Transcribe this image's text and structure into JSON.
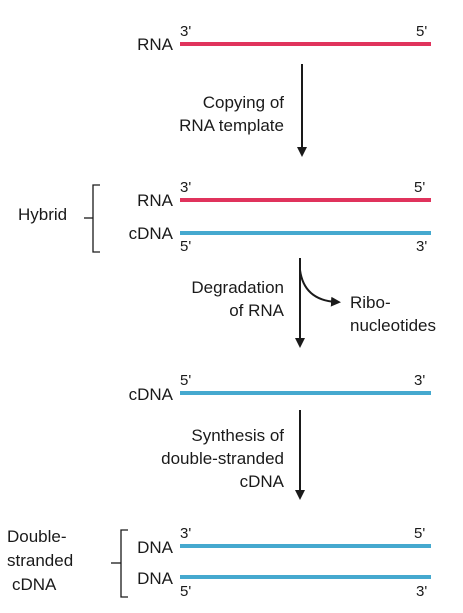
{
  "colors": {
    "rna": "#e0335c",
    "dna": "#45a9cf",
    "text": "#1a1a1a",
    "arrow": "#1a1a1a"
  },
  "step1": {
    "strand_label": "RNA",
    "left_end": "3'",
    "right_end": "5'"
  },
  "step1_arrow": {
    "line1": "Copying of",
    "line2": "RNA template"
  },
  "hybrid": {
    "group_label": "Hybrid",
    "rna_label": "RNA",
    "rna_left": "3'",
    "rna_right": "5'",
    "cdna_label": "cDNA",
    "cdna_left": "5'",
    "cdna_right": "3'"
  },
  "step2_arrow": {
    "line1": "Degradation",
    "line2": "of RNA",
    "product_line1": "Ribo-",
    "product_line2": "nucleotides"
  },
  "step3": {
    "strand_label": "cDNA",
    "left_end": "5'",
    "right_end": "3'"
  },
  "step3_arrow": {
    "line1": "Synthesis of",
    "line2": "double-stranded",
    "line3": "cDNA"
  },
  "double": {
    "group_line1": "Double-",
    "group_line2": "stranded",
    "group_line3": "cDNA",
    "top_label": "DNA",
    "top_left": "3'",
    "top_right": "5'",
    "bottom_label": "DNA",
    "bottom_left": "5'",
    "bottom_right": "3'"
  }
}
